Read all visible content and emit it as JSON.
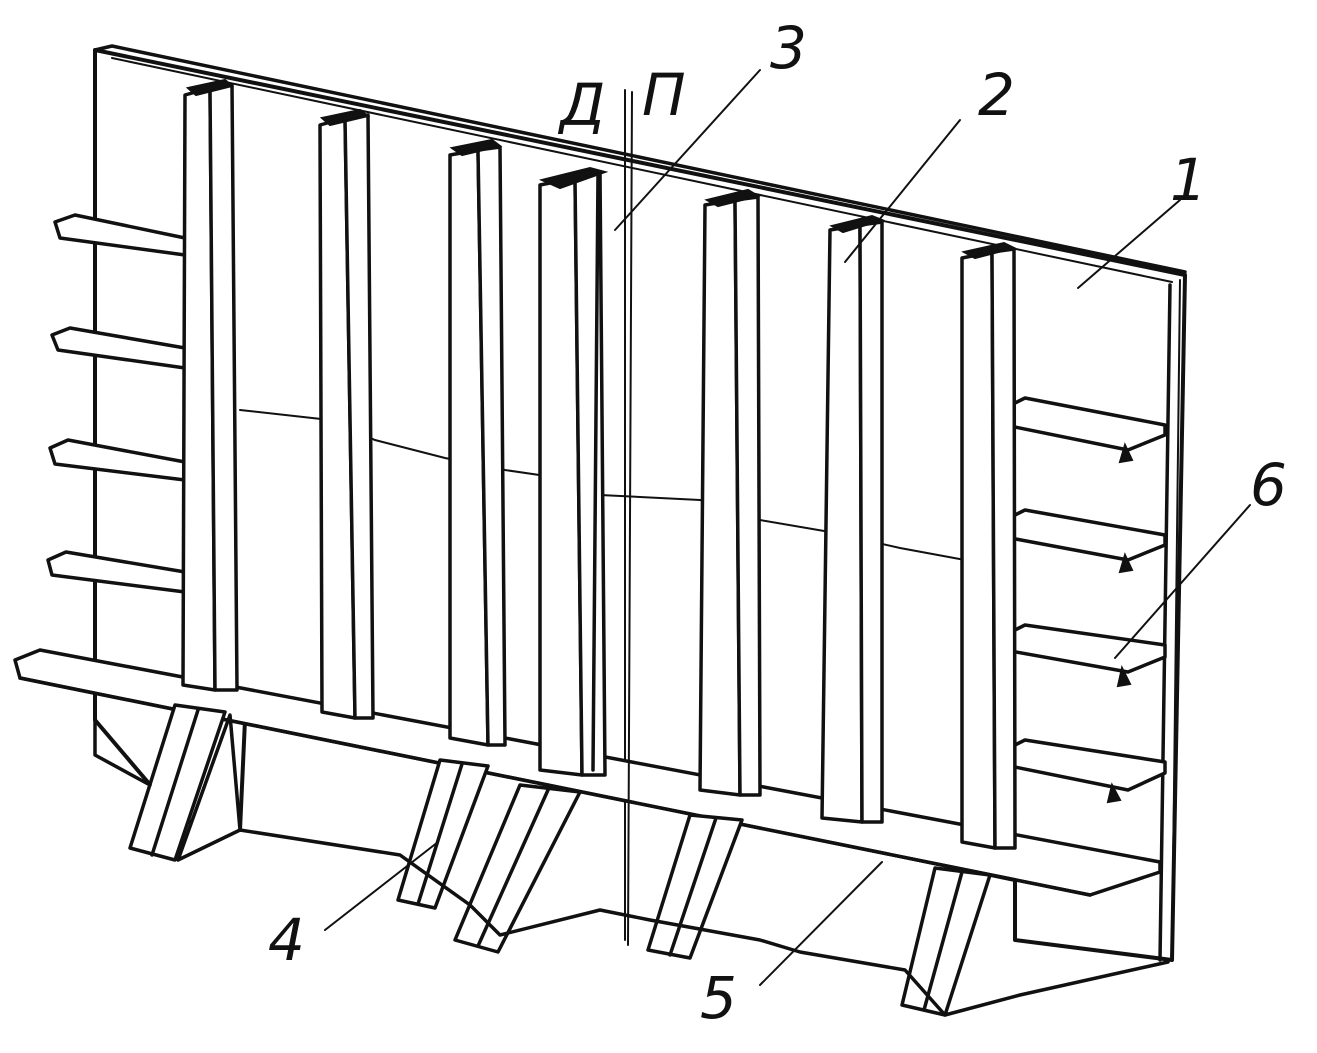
{
  "diagram": {
    "labels": {
      "one": "1",
      "two": "2",
      "three": "3",
      "four": "4",
      "five": "5",
      "six": "6",
      "d": "Д",
      "p": "П"
    }
  }
}
